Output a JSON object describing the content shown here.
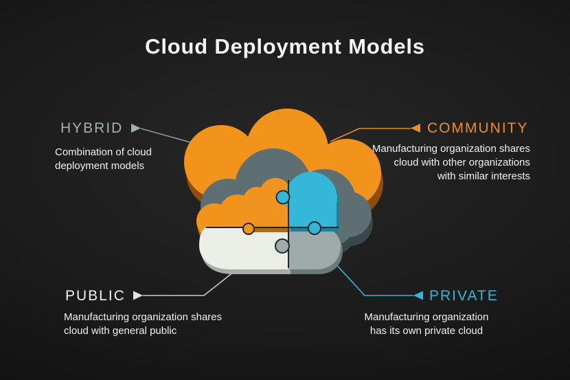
{
  "title": "Cloud Deployment Models",
  "colors": {
    "background": "#161616",
    "text": "#F2F2F2",
    "orange": "#F2931C",
    "slate": "#5D6F73",
    "cyan": "#34B7D8",
    "white_piece": "#ECEEE8",
    "gray_piece": "#9FABAA",
    "hybrid_label": "#9FB1B4",
    "community_label": "#EE8D1E",
    "public_label": "#EEF1F0",
    "private_label": "#2CB9DA"
  },
  "illustration": {
    "name": "puzzle-cloud",
    "layers": [
      "community-cloud-orange",
      "mid-cloud-gray",
      "front-cloud-orange",
      "puzzle-piece-white",
      "puzzle-piece-gray",
      "puzzle-piece-orange",
      "puzzle-piece-cyan"
    ]
  },
  "callouts": {
    "hybrid": {
      "label": "HYBRID",
      "description": "Combination of cloud deployment models",
      "desc_lines": [
        "Combination of cloud",
        "deployment models"
      ]
    },
    "community": {
      "label": "COMMUNITY",
      "description": "Manufacturing organization shares cloud with other organizations with similar interests",
      "desc_lines": [
        "Manufacturing organization shares",
        "cloud with other organizations",
        "with similar interests"
      ]
    },
    "public": {
      "label": "PUBLIC",
      "description": "Manufacturing organization shares cloud with general public",
      "desc_lines": [
        "Manufacturing organization shares",
        "cloud with general public"
      ]
    },
    "private": {
      "label": "PRIVATE",
      "description": "Manufacturing organization has its own private cloud",
      "desc_lines": [
        "Manufacturing organization",
        "has its own private cloud"
      ]
    }
  }
}
